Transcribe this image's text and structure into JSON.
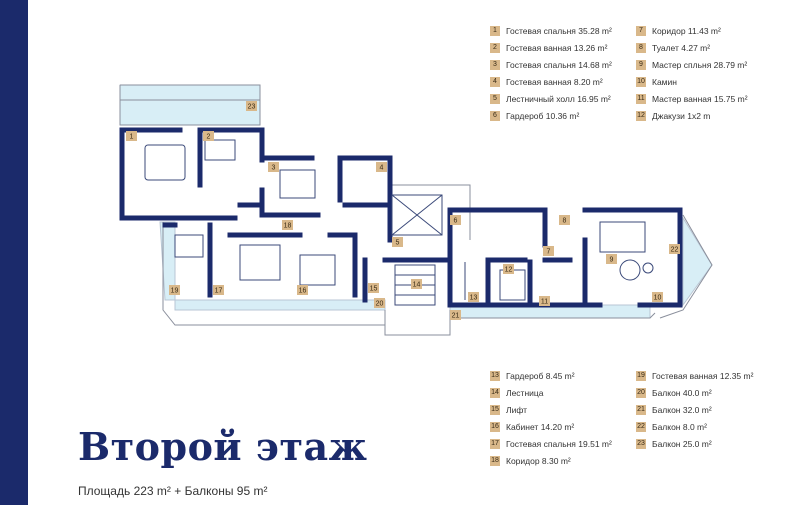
{
  "legend_top_left": [
    {
      "num": "1",
      "label": "Гостевая спальня 35.28 m²"
    },
    {
      "num": "2",
      "label": "Гостевая ванная 13.26 m²"
    },
    {
      "num": "3",
      "label": "Гостевая спальня 14.68 m²"
    },
    {
      "num": "4",
      "label": "Гостевая ванная 8.20 m²"
    },
    {
      "num": "5",
      "label": "Лестничный холл 16.95 m²"
    },
    {
      "num": "6",
      "label": "Гардероб 10.36 m²"
    }
  ],
  "legend_top_right": [
    {
      "num": "7",
      "label": "Коридор 11.43 m²"
    },
    {
      "num": "8",
      "label": "Туалет 4.27 m²"
    },
    {
      "num": "9",
      "label": "Мастер спльня 28.79 m²"
    },
    {
      "num": "10",
      "label": "Камин"
    },
    {
      "num": "11",
      "label": "Мастер ванная 15.75 m²"
    },
    {
      "num": "12",
      "label": "Джакузи 1x2 m"
    }
  ],
  "legend_bottom_left": [
    {
      "num": "13",
      "label": "Гардероб 8.45 m²"
    },
    {
      "num": "14",
      "label": "Лестница"
    },
    {
      "num": "15",
      "label": "Лифт"
    },
    {
      "num": "16",
      "label": "Кабинет 14.20 m²"
    },
    {
      "num": "17",
      "label": "Гостевая спальня 19.51 m²"
    },
    {
      "num": "18",
      "label": "Коридор 8.30 m²"
    }
  ],
  "legend_bottom_right": [
    {
      "num": "19",
      "label": "Гостевая ванная 12.35 m²"
    },
    {
      "num": "20",
      "label": "Балкон 40.0 m²"
    },
    {
      "num": "21",
      "label": "Балкон 32.0 m²"
    },
    {
      "num": "22",
      "label": "Балкон 8.0 m²"
    },
    {
      "num": "23",
      "label": "Балкон 25.0 m²"
    }
  ],
  "title": "Второй этаж",
  "area_text": "Площадь 223 m²  + Балконы 95 m²",
  "plan_tags": [
    "1",
    "2",
    "3",
    "4",
    "5",
    "6",
    "7",
    "8",
    "9",
    "10",
    "11",
    "12",
    "13",
    "14",
    "15",
    "16",
    "17",
    "18",
    "19",
    "20",
    "21",
    "22",
    "23"
  ],
  "colors": {
    "brand": "#1b2a6b",
    "wall": "#1b2a6b",
    "balcony": "#d8eef6",
    "tag": "#d9b88a"
  }
}
